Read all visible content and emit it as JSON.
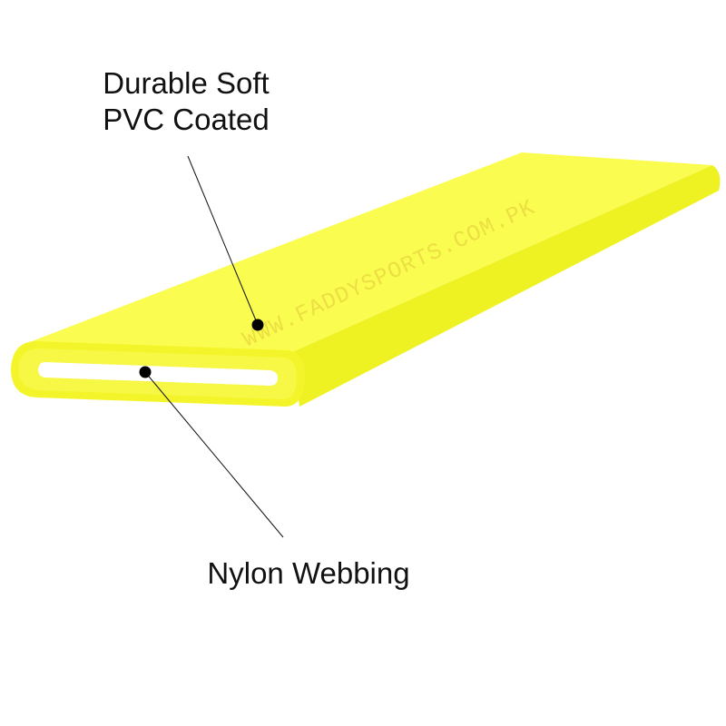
{
  "callouts": {
    "top_line1": "Durable Soft",
    "top_line2": "PVC Coated",
    "bottom": "Nylon Webbing"
  },
  "watermark": "WWW.FADDYSPORTS.COM.PK",
  "colors": {
    "strap": "#f9fb3c",
    "side": "#eef222",
    "front": "#f3f52a",
    "inner": "#ffffff"
  }
}
